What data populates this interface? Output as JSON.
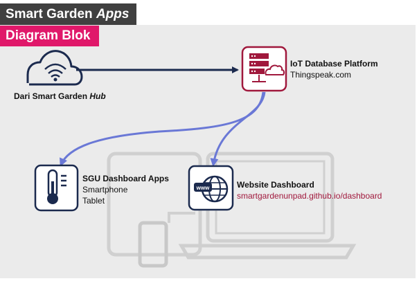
{
  "header": {
    "title_main": "Smart Garden",
    "title_em": "Apps",
    "subtitle": "Diagram Blok"
  },
  "nodes": {
    "hub": {
      "label_main": "Dari Smart Garden",
      "label_em": "Hub",
      "icon": "wifi-cloud-icon"
    },
    "iot": {
      "title": "IoT Database Platform",
      "subtitle": "Thingspeak.com",
      "icon": "cloud-server-icon"
    },
    "sgu": {
      "title": "SGU Dashboard Apps",
      "line1": "Smartphone",
      "line2": "Tablet",
      "icon": "thermometer-icon"
    },
    "web": {
      "title": "Website Dashboard",
      "url": "smartgardenunpad.github.io/dashboard",
      "icon": "www-globe-icon"
    }
  },
  "colors": {
    "header_dark": "#404040",
    "header_accent": "#e0186a",
    "navy": "#1b2a4e",
    "arrow_blue": "#6a78d6",
    "crimson": "#a0183c",
    "panel": "#ebebeb"
  }
}
